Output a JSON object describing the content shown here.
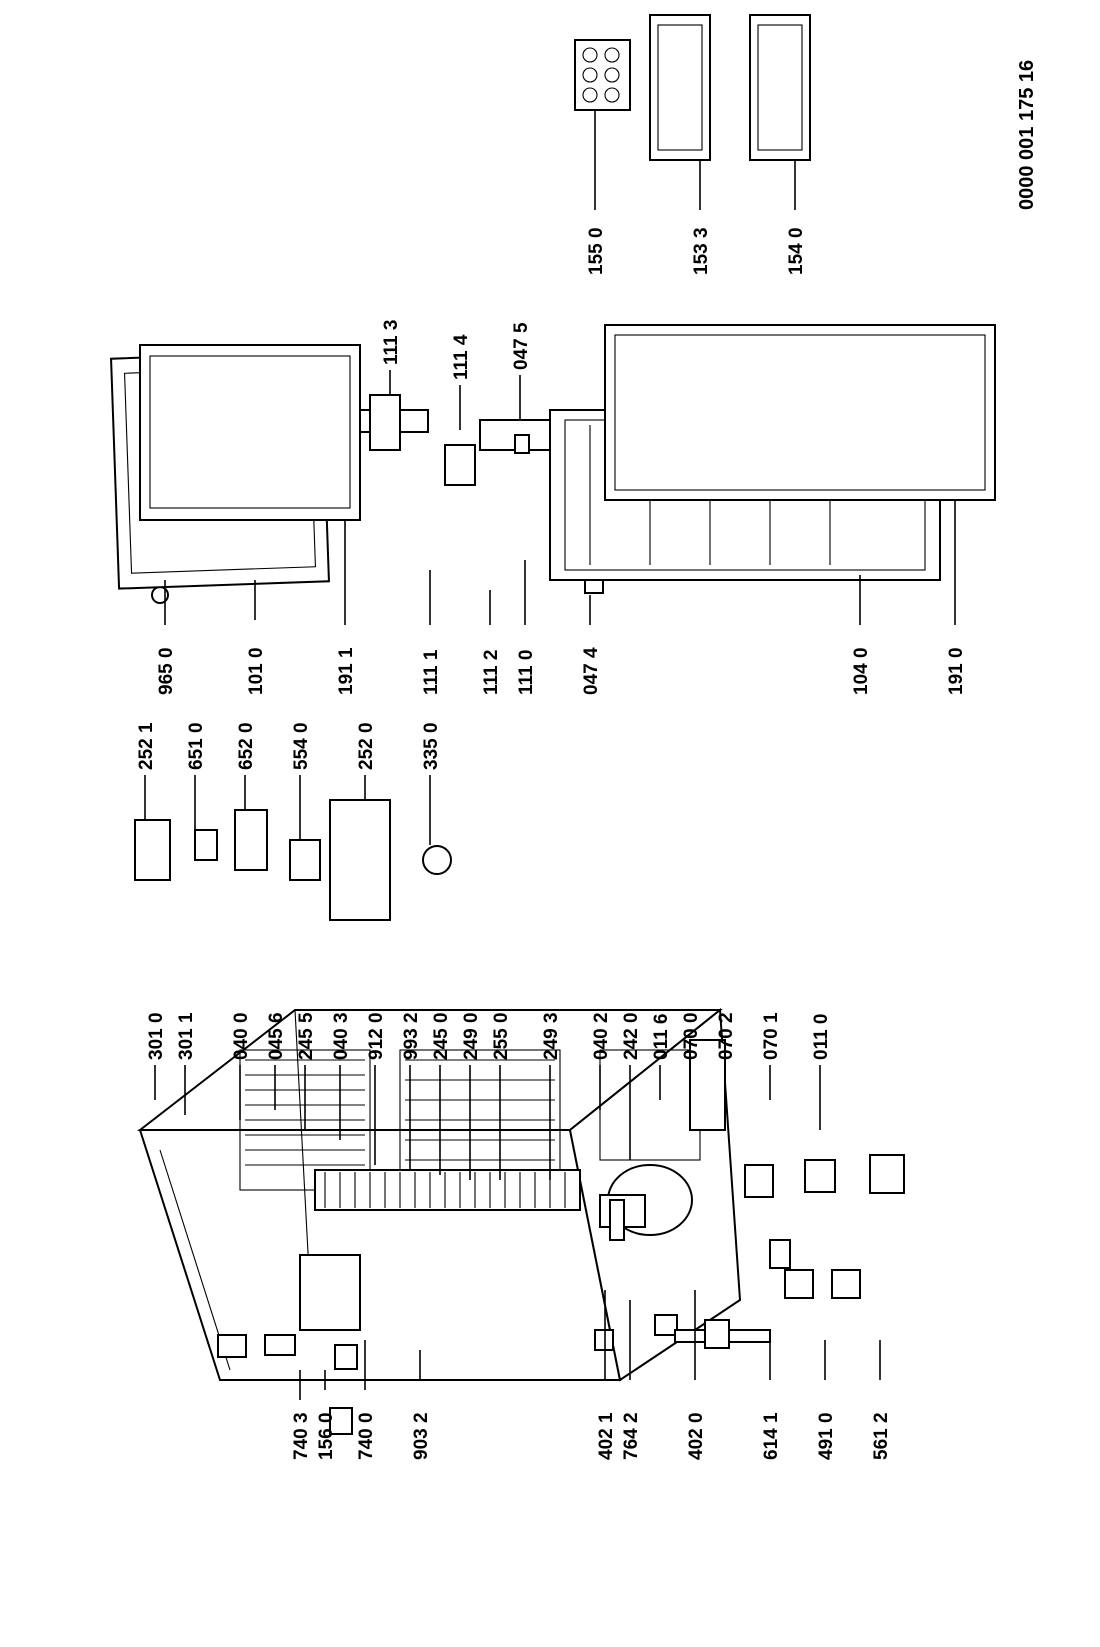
{
  "document_number": "0000 001 175 16",
  "parts": [
    {
      "id": "p3010",
      "label": "301 0"
    },
    {
      "id": "p3011",
      "label": "301 1"
    },
    {
      "id": "p0400",
      "label": "040 0"
    },
    {
      "id": "p0456",
      "label": "045 6"
    },
    {
      "id": "p2455",
      "label": "245 5"
    },
    {
      "id": "p0403",
      "label": "040 3"
    },
    {
      "id": "p9120",
      "label": "912 0"
    },
    {
      "id": "p9932",
      "label": "993 2"
    },
    {
      "id": "p2450",
      "label": "245 0"
    },
    {
      "id": "p2490",
      "label": "249 0"
    },
    {
      "id": "p2550",
      "label": "255 0"
    },
    {
      "id": "p2493",
      "label": "249 3"
    },
    {
      "id": "p0402",
      "label": "040 2"
    },
    {
      "id": "p2420",
      "label": "242 0"
    },
    {
      "id": "p0116",
      "label": "011 6"
    },
    {
      "id": "p0700",
      "label": "070 0"
    },
    {
      "id": "p0702",
      "label": "070 2"
    },
    {
      "id": "p0701",
      "label": "070 1"
    },
    {
      "id": "p0110",
      "label": "011 0"
    },
    {
      "id": "p7403",
      "label": "740 3"
    },
    {
      "id": "p1560",
      "label": "156 0"
    },
    {
      "id": "p7400",
      "label": "740 0"
    },
    {
      "id": "p9032",
      "label": "903 2"
    },
    {
      "id": "p4021",
      "label": "402 1"
    },
    {
      "id": "p7642",
      "label": "764 2"
    },
    {
      "id": "p4020",
      "label": "402 0"
    },
    {
      "id": "p6141",
      "label": "614 1"
    },
    {
      "id": "p4910",
      "label": "491 0"
    },
    {
      "id": "p5612",
      "label": "561 2"
    },
    {
      "id": "p2521",
      "label": "252 1"
    },
    {
      "id": "p6510",
      "label": "651 0"
    },
    {
      "id": "p6520",
      "label": "652 0"
    },
    {
      "id": "p5540",
      "label": "554 0"
    },
    {
      "id": "p2520",
      "label": "252 0"
    },
    {
      "id": "p3350",
      "label": "335 0"
    },
    {
      "id": "p9650",
      "label": "965 0"
    },
    {
      "id": "p1010",
      "label": "101 0"
    },
    {
      "id": "p1911",
      "label": "191 1"
    },
    {
      "id": "p1111",
      "label": "111 1"
    },
    {
      "id": "p1112",
      "label": "111 2"
    },
    {
      "id": "p1110",
      "label": "111 0"
    },
    {
      "id": "p0474",
      "label": "047 4"
    },
    {
      "id": "p1040",
      "label": "104 0"
    },
    {
      "id": "p1910",
      "label": "191 0"
    },
    {
      "id": "p1113",
      "label": "111 3"
    },
    {
      "id": "p1114",
      "label": "111 4"
    },
    {
      "id": "p0475",
      "label": "047 5"
    },
    {
      "id": "p1550",
      "label": "155 0"
    },
    {
      "id": "p1533",
      "label": "153 3"
    },
    {
      "id": "p1540",
      "label": "154 0"
    }
  ]
}
